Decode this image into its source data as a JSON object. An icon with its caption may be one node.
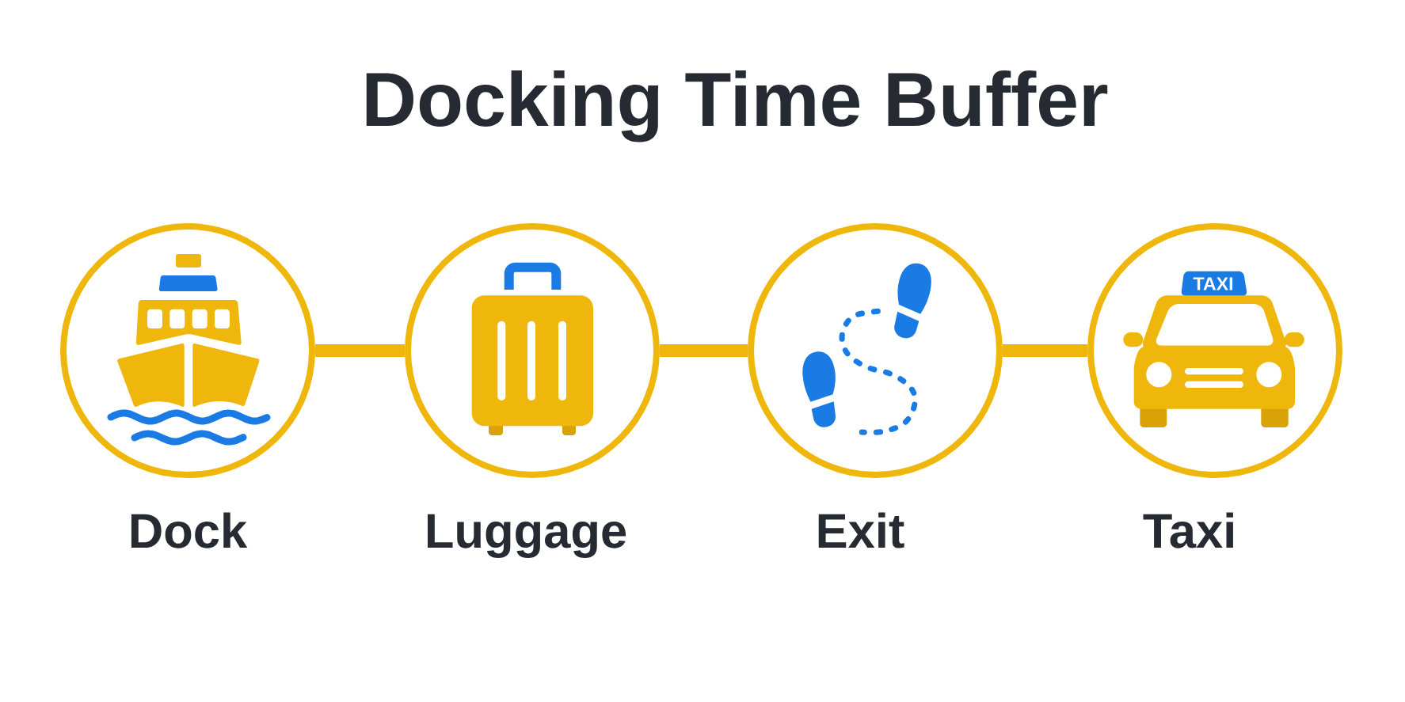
{
  "diagram": {
    "title": "Docking Time Buffer",
    "nodes": [
      {
        "text": [
          "Dock"
        ]
      },
      {
        "text": [
          "Luggage"
        ]
      },
      {
        "text": [
          "Exit"
        ]
      },
      {
        "text": [
          "Taxi"
        ]
      }
    ],
    "edges": [
      {
        "from": 0,
        "to": 1,
        "arrow": "none"
      },
      {
        "from": 1,
        "to": 2,
        "arrow": "none"
      },
      {
        "from": 2,
        "to": 3,
        "arrow": "none"
      }
    ],
    "labels": [
      "TAXI"
    ]
  }
}
